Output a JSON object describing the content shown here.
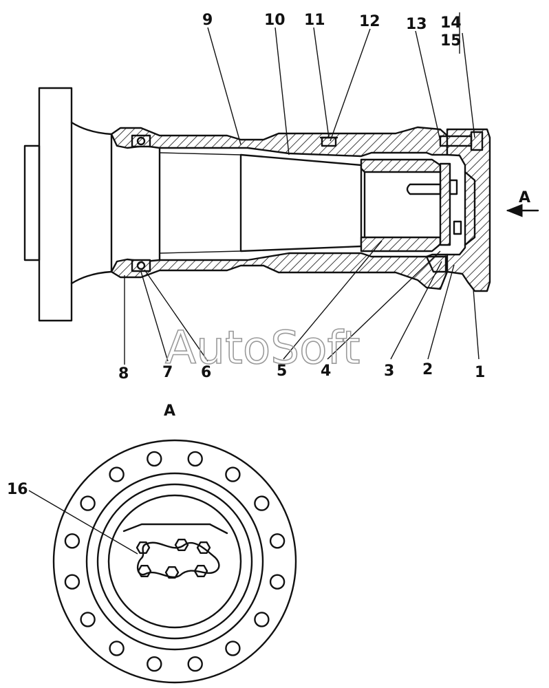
{
  "callouts": [
    "1",
    "2",
    "3",
    "4",
    "5",
    "6",
    "7",
    "8",
    "9",
    "10",
    "11",
    "12",
    "13",
    "14",
    "15",
    "16"
  ],
  "view_marker": "A",
  "section_label": "A",
  "watermark": "AutoSoft"
}
